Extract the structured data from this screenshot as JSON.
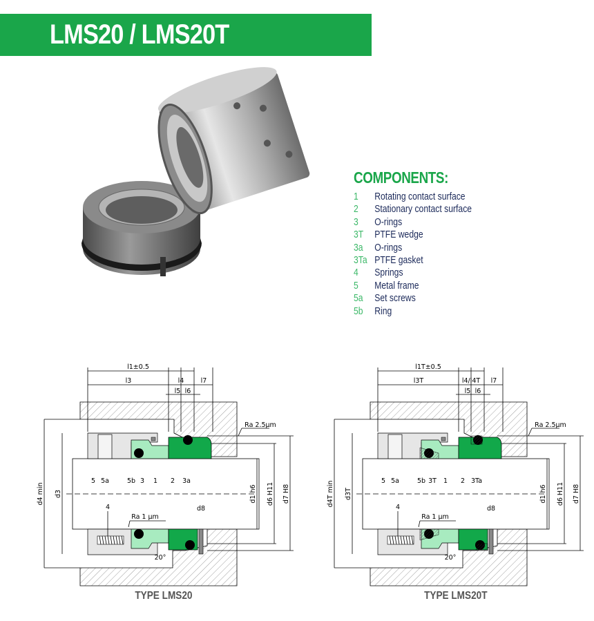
{
  "header": {
    "title": "LMS20 / LMS20T",
    "color": "#1aa64a"
  },
  "components": {
    "title": "COMPONENTS:",
    "items": [
      {
        "num": "1",
        "label": "Rotating contact surface"
      },
      {
        "num": "2",
        "label": "Stationary contact surface"
      },
      {
        "num": "3",
        "label": "O-rings"
      },
      {
        "num": "3T",
        "label": "PTFE wedge"
      },
      {
        "num": "3a",
        "label": "O-rings"
      },
      {
        "num": "3Ta",
        "label": "PTFE gasket"
      },
      {
        "num": "4",
        "label": "Springs"
      },
      {
        "num": "5",
        "label": "Metal frame"
      },
      {
        "num": "5a",
        "label": "Set screws"
      },
      {
        "num": "5b",
        "label": "Ring"
      }
    ]
  },
  "diagrams": [
    {
      "caption": "TYPE LMS20",
      "dims": {
        "l1": "l1±0.5",
        "l3": "l3",
        "l4": "l4",
        "l5": "l5",
        "l6": "l6",
        "l7": "l7",
        "ra_outer": "Ra  2.5µm",
        "ra_inner": "Ra  1 µm",
        "d8": "d8",
        "d4": "d4  min",
        "d3": "d3",
        "d1": "d1  h6",
        "d6": "d6  H11",
        "d7": "d7  H8",
        "angle": "20°"
      },
      "parts": [
        "5",
        "5a",
        "5b",
        "3",
        "1",
        "2",
        "3a",
        "4"
      ]
    },
    {
      "caption": "TYPE LMS20T",
      "dims": {
        "l1": "l1T±0.5",
        "l3": "l3T",
        "l4": "l4/l4T",
        "l5": "l5",
        "l6": "l6",
        "l7": "l7",
        "ra_outer": "Ra  2.5µm",
        "ra_inner": "Ra  1 µm",
        "d8": "d8",
        "d4": "d4T  min",
        "d3": "d3T",
        "d1": "d1  h6",
        "d6": "d6  H11",
        "d7": "d7  H8",
        "angle": "20°"
      },
      "parts": [
        "5",
        "5a",
        "5b",
        "3T",
        "1",
        "2",
        "3Ta",
        "4"
      ]
    }
  ],
  "colors": {
    "seal_green": "#12a84a",
    "light_green": "#a8ebc0",
    "text_navy": "#1c2a5a",
    "number_green": "#3cb868"
  }
}
